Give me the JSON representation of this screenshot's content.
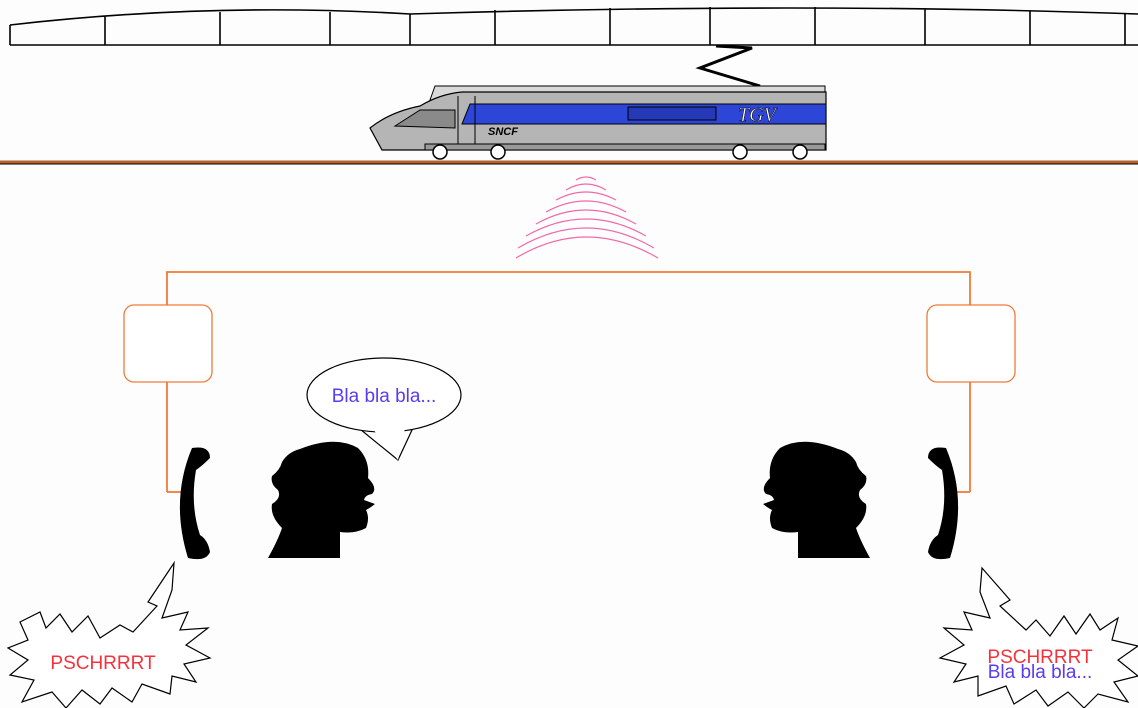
{
  "train": {
    "logo_text": "TGV",
    "operator_text": "SNCF",
    "body_color": "#b5b5b5",
    "stripe_color": "#2e46d8"
  },
  "speech": {
    "caller_bubble": "Bla bla bla...",
    "text_color": "#5a3cf0"
  },
  "noise": {
    "left_burst": "PSCHRRRT",
    "right_burst_noise": "PSCHRRRT",
    "right_burst_speech": "Bla bla bla...",
    "noise_color": "#f5323c"
  },
  "colors": {
    "line": "#f07a3a",
    "rail": "#b5642d",
    "wave": "#f06aa8",
    "silhouette": "#000000"
  }
}
